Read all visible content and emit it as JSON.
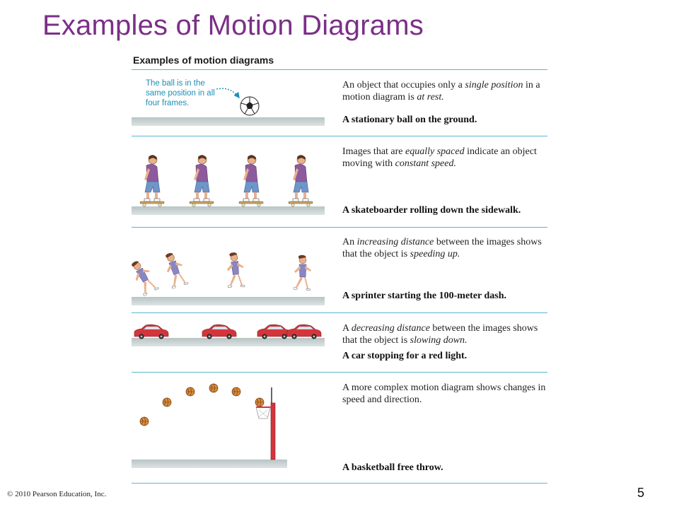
{
  "slide": {
    "title": "Examples of Motion Diagrams",
    "copyright": "© 2010 Pearson Education, Inc.",
    "page_number": "5"
  },
  "figure": {
    "heading": "Examples of motion diagrams",
    "rows": [
      {
        "annotation": "The ball is in the same position in all four frames.",
        "desc_pre": "An object that occupies only a ",
        "desc_em1": "single position",
        "desc_mid": " in a motion diagram is ",
        "desc_em2": "at rest.",
        "desc_post": "",
        "caption": "A stationary ball on the ground."
      },
      {
        "desc_pre": "Images that are ",
        "desc_em1": "equally spaced",
        "desc_mid": " indicate an object moving with ",
        "desc_em2": "constant speed.",
        "desc_post": "",
        "caption": "A skateboarder rolling down the sidewalk."
      },
      {
        "desc_pre": "An ",
        "desc_em1": "increasing distance",
        "desc_mid": " between the images shows that the object is ",
        "desc_em2": "speeding up.",
        "desc_post": "",
        "caption": "A sprinter starting the 100-meter dash."
      },
      {
        "desc_pre": "A ",
        "desc_em1": "decreasing distance",
        "desc_mid": " between the images shows that the object is ",
        "desc_em2": "slowing down.",
        "desc_post": "",
        "caption": "A car stopping for a red light."
      },
      {
        "desc_pre": "A more complex motion diagram shows changes in speed and direction.",
        "desc_em1": "",
        "desc_mid": "",
        "desc_em2": "",
        "desc_post": "",
        "caption": "A basketball free throw."
      }
    ]
  },
  "colors": {
    "title": "#7b2f87",
    "rule": "#57b7cf",
    "annotation": "#1c8fb5",
    "shirt": "#8e5a9e",
    "shorts": "#6f95c9",
    "sprinter": "#8a86c2",
    "car": "#d5343c",
    "ball": "#d98a3a"
  },
  "icons": [
    "soccer-ball-icon",
    "skateboarder-icon",
    "sprinter-icon",
    "car-icon",
    "basketball-icon",
    "hoop-icon"
  ]
}
